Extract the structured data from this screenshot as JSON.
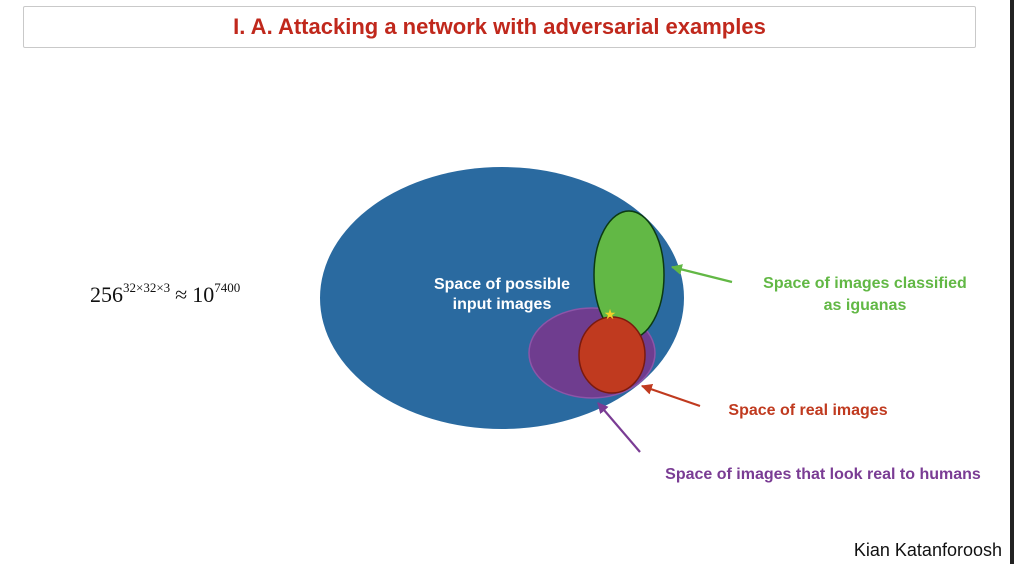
{
  "title": "I. A. Attacking a network with adversarial examples",
  "formula": {
    "base": "256",
    "exponent": "32×32×3",
    "approx_symbol": "≈",
    "result_base": "10",
    "result_exponent": "7400"
  },
  "diagram": {
    "outer_label_line1": "Space of possible",
    "outer_label_line2": "input images",
    "iguana_label_line1": "Space of images classified",
    "iguana_label_line2": "as iguanas",
    "real_label": "Space of real images",
    "human_label": "Space of images that look real to humans",
    "star_symbol": "★"
  },
  "colors": {
    "title": "#c0281c",
    "outer": "#2a6aa0",
    "iguana": "#62b845",
    "real": "#c03a1f",
    "human": "#7a3c94",
    "star": "#f2d22a"
  },
  "author": "Kian Katanforoosh"
}
